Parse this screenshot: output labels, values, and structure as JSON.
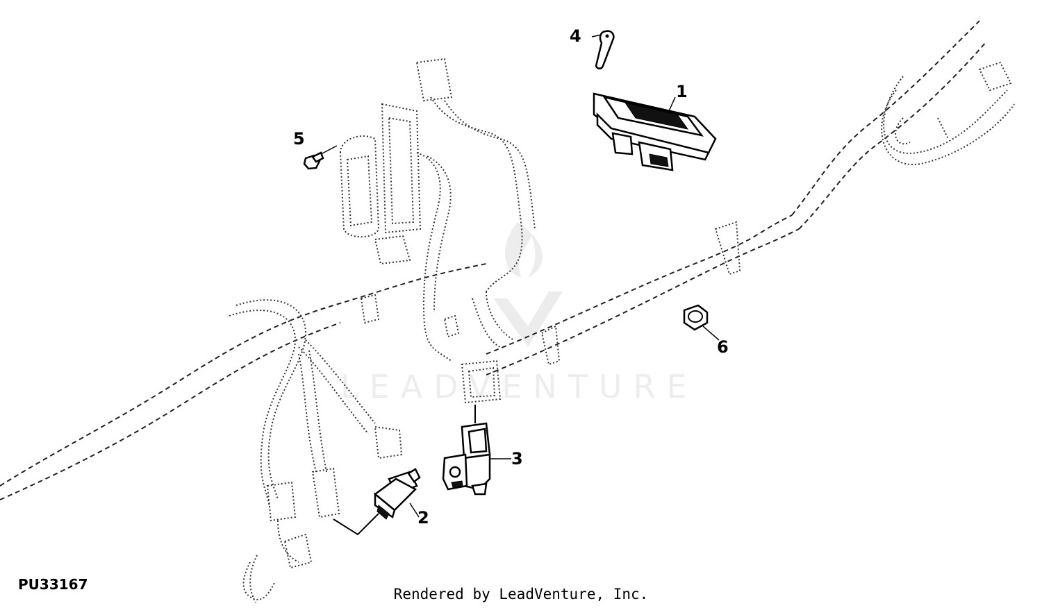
{
  "diagram": {
    "figure_id": "PU33167",
    "credit": "Rendered by LeadVenture, Inc.",
    "watermark": "LEADVENTURE",
    "callouts": [
      {
        "id": "1",
        "label": "1"
      },
      {
        "id": "2",
        "label": "2"
      },
      {
        "id": "3",
        "label": "3"
      },
      {
        "id": "4",
        "label": "4"
      },
      {
        "id": "5",
        "label": "5"
      },
      {
        "id": "6",
        "label": "6"
      }
    ]
  }
}
